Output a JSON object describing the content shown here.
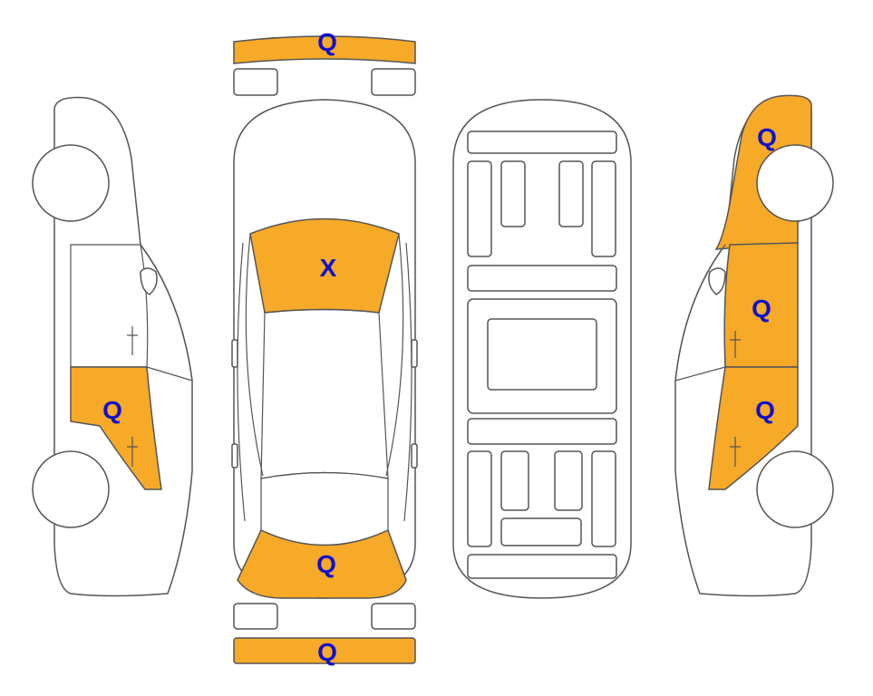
{
  "colors": {
    "damage_fill": "#F7A928",
    "outline": "#555555",
    "label_color": "#1010CC",
    "background": "#FFFFFF"
  },
  "marks": {
    "front_bumper": "Q",
    "windshield": "X",
    "rear_window": "Q",
    "rear_bumper": "Q",
    "left_rear_door": "Q",
    "right_front_fender": "Q",
    "right_front_door": "Q",
    "right_rear_door": "Q"
  }
}
